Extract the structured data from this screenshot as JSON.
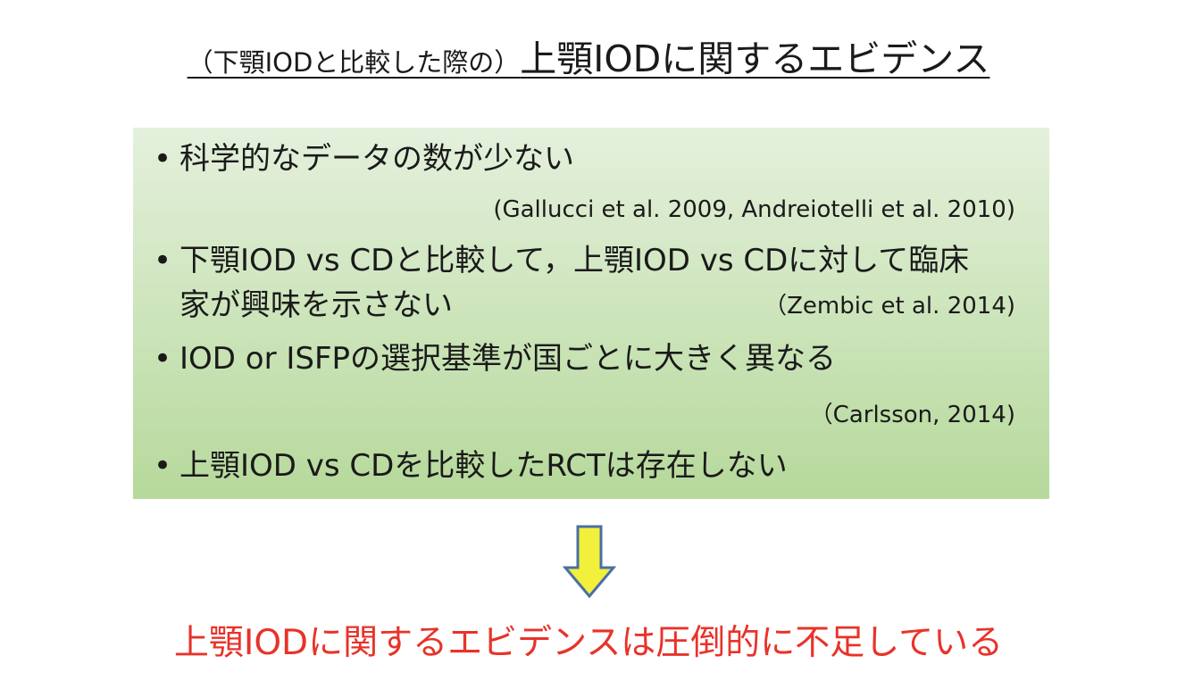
{
  "title": {
    "prefix": "（下顎IODと比較した際の）",
    "main": "上顎IODに関するエビデンス"
  },
  "items": [
    {
      "bullet": "•",
      "text": "科学的なデータの数が少ない"
    },
    {
      "citation": "(Gallucci et al. 2009, Andreiotelli et al. 2010)"
    },
    {
      "bullet": "•",
      "line1": "下顎IOD vs CDと比較して，上顎IOD vs CDに対して臨床",
      "line2": "家が興味を示さない"
    },
    {
      "citation": "（Zembic et al. 2014)"
    },
    {
      "bullet": "•",
      "text": "IOD or ISFPの選択基準が国ごとに大きく異なる"
    },
    {
      "citation": "（Carlsson, 2014)"
    },
    {
      "bullet": "•",
      "text": "上顎IOD vs CDを比較したRCTは存在しない"
    }
  ],
  "arrow_icon": "arrow-down-icon",
  "conclusion": "上顎IODに関するエビデンスは圧倒的に不足している",
  "colors": {
    "panel_top": "#e4f0dc",
    "panel_bottom": "#b6d99b",
    "arrow_fill": "#f2f03a",
    "arrow_stroke": "#4a6fa5",
    "conclusion": "#e8332a"
  }
}
